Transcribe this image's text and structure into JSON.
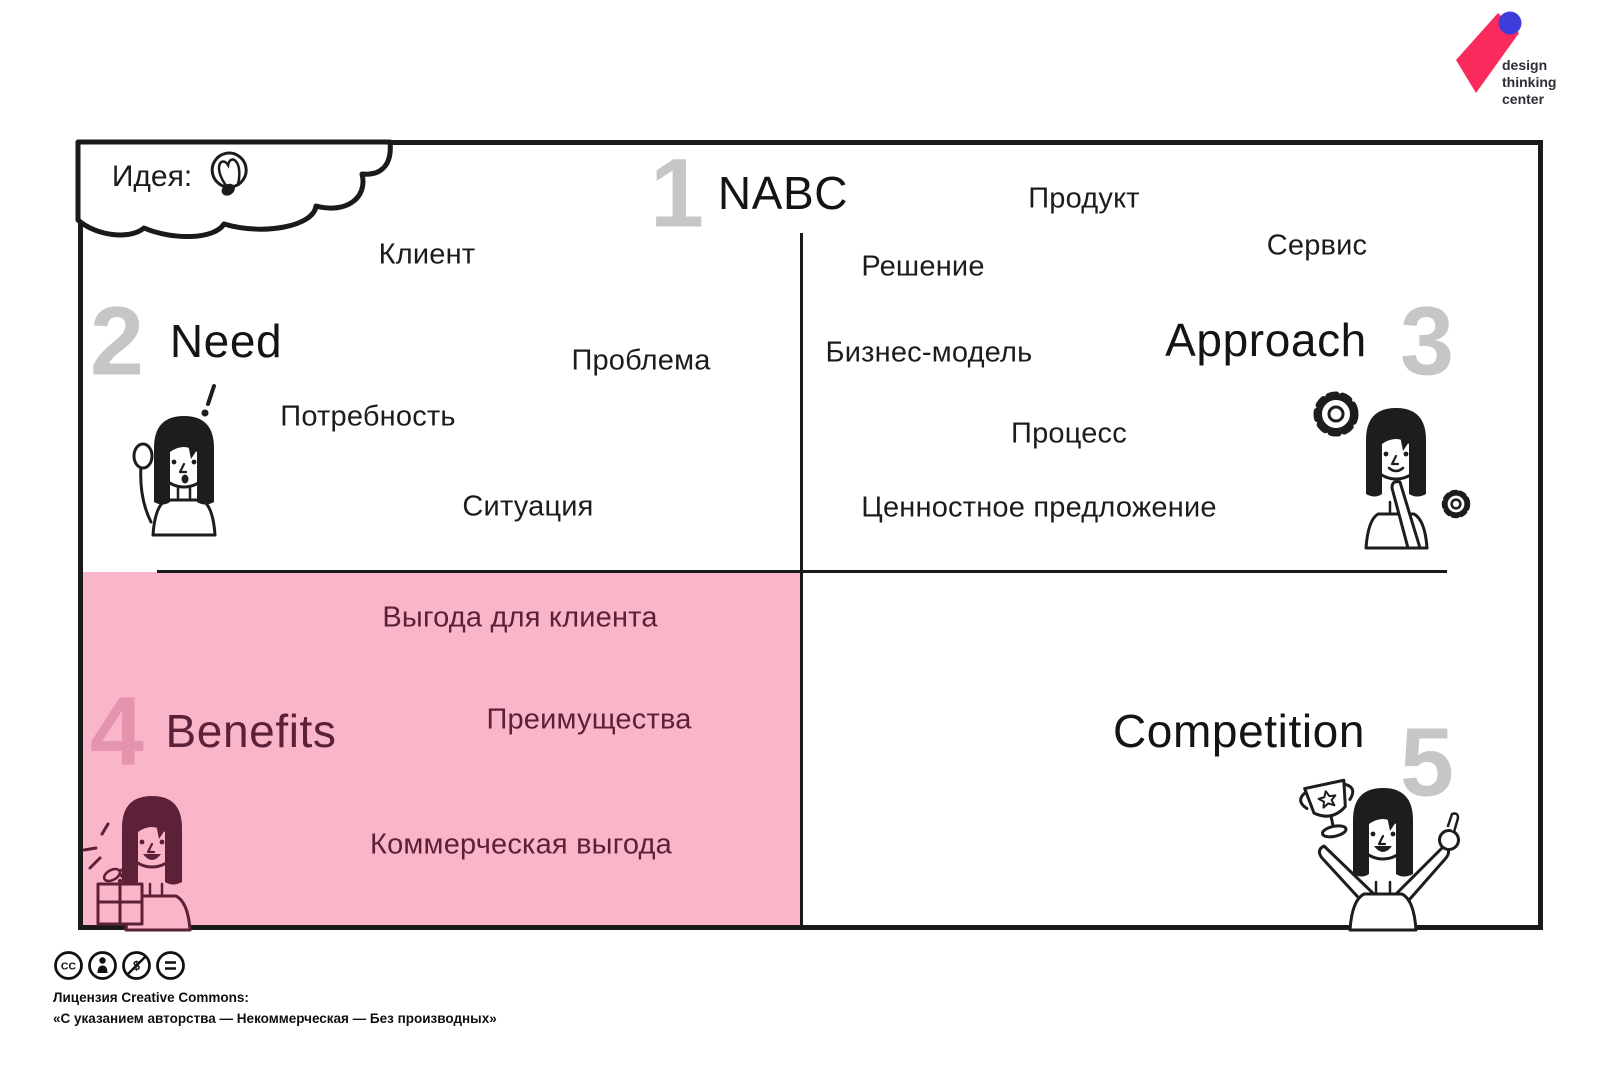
{
  "logo": {
    "line1": "design",
    "line2": "thinking",
    "line3": "center"
  },
  "canvas": {
    "idea_label": "Идея:",
    "sections": {
      "nabc": {
        "number": "1",
        "title": "NABC"
      },
      "need": {
        "number": "2",
        "title": "Need",
        "keywords": [
          "Клиент",
          "Проблема",
          "Потребность",
          "Ситуация"
        ]
      },
      "approach": {
        "number": "3",
        "title": "Approach",
        "keywords": [
          "Продукт",
          "Сервис",
          "Решение",
          "Бизнес-модель",
          "Процесс",
          "Ценностное предложение"
        ]
      },
      "benefits": {
        "number": "4",
        "title": "Benefits",
        "keywords": [
          "Выгода для клиента",
          "Преимущества",
          "Коммерческая выгода"
        ]
      },
      "competition": {
        "number": "5",
        "title": "Competition"
      }
    }
  },
  "footer": {
    "cc_icons": [
      "cc-icon",
      "by-icon",
      "nc-icon",
      "nd-icon"
    ],
    "license_line1": "Лицензия Creative Commons:",
    "license_line2": "«С указанием авторства — Некоммерческая — Без производных»"
  },
  "colors": {
    "ink": "#1c1c1c",
    "pink_background": "#fbb5c8",
    "maroon_text": "#5c2039",
    "number_gray": "#c6c6c6",
    "number_pink": "#e494ae",
    "logo_pink": "#fa2a5d",
    "logo_blue": "#3f3cdc"
  }
}
